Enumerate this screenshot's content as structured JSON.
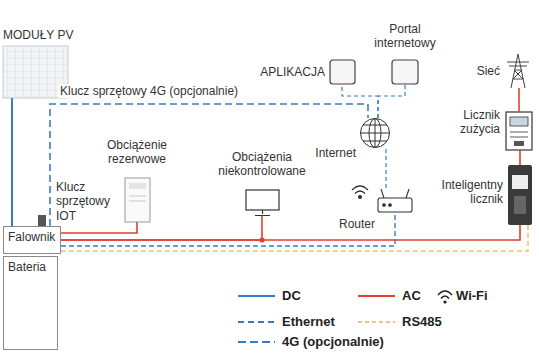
{
  "diagram": {
    "nodes": [
      {
        "text": [
          "MODUŁY PV"
        ]
      },
      {
        "text": [
          "APLIKACJA"
        ]
      },
      {
        "text": [
          "Portal internetowy"
        ]
      },
      {
        "text": [
          "Sieć"
        ]
      },
      {
        "text": [
          "Internet"
        ]
      },
      {
        "text": [
          "Licznik zużycia"
        ]
      },
      {
        "text": [
          "Obciążenie rezerwowe"
        ]
      },
      {
        "text": [
          "Obciążenia niekontrolowane"
        ]
      },
      {
        "text": [
          "Router"
        ]
      },
      {
        "text": [
          "Inteligentny licznik"
        ]
      },
      {
        "text": [
          "Falownik"
        ]
      },
      {
        "text": [
          "Bateria"
        ]
      }
    ],
    "edges": [
      {
        "from": 0,
        "to": 10,
        "arrow": "none"
      },
      {
        "from": 10,
        "to": 4,
        "label": "Klucz sprzętowy 4G (opcjonalnie)",
        "arrow": "none"
      },
      {
        "from": 4,
        "to": 1,
        "arrow": "none"
      },
      {
        "from": 4,
        "to": 2,
        "arrow": "none"
      },
      {
        "from": 8,
        "to": 4,
        "arrow": "none"
      },
      {
        "from": 10,
        "to": 6,
        "arrow": "none"
      },
      {
        "from": 10,
        "to": 7,
        "arrow": "none"
      },
      {
        "from": 10,
        "to": 9,
        "arrow": "none"
      },
      {
        "from": 10,
        "to": 8,
        "arrow": "none"
      },
      {
        "from": 10,
        "to": 9,
        "arrow": "none"
      },
      {
        "from": 9,
        "to": 5,
        "arrow": "none"
      },
      {
        "from": 5,
        "to": 3,
        "arrow": "none"
      }
    ],
    "labels": [
      "Klucz sprzętowy IOT"
    ],
    "legend": [
      {
        "text": "DC"
      },
      {
        "text": "AC"
      },
      {
        "text": "Wi-Fi"
      },
      {
        "text": "Ethernet"
      },
      {
        "text": "RS485"
      },
      {
        "text": "4G (opcjonalnie)"
      }
    ]
  }
}
